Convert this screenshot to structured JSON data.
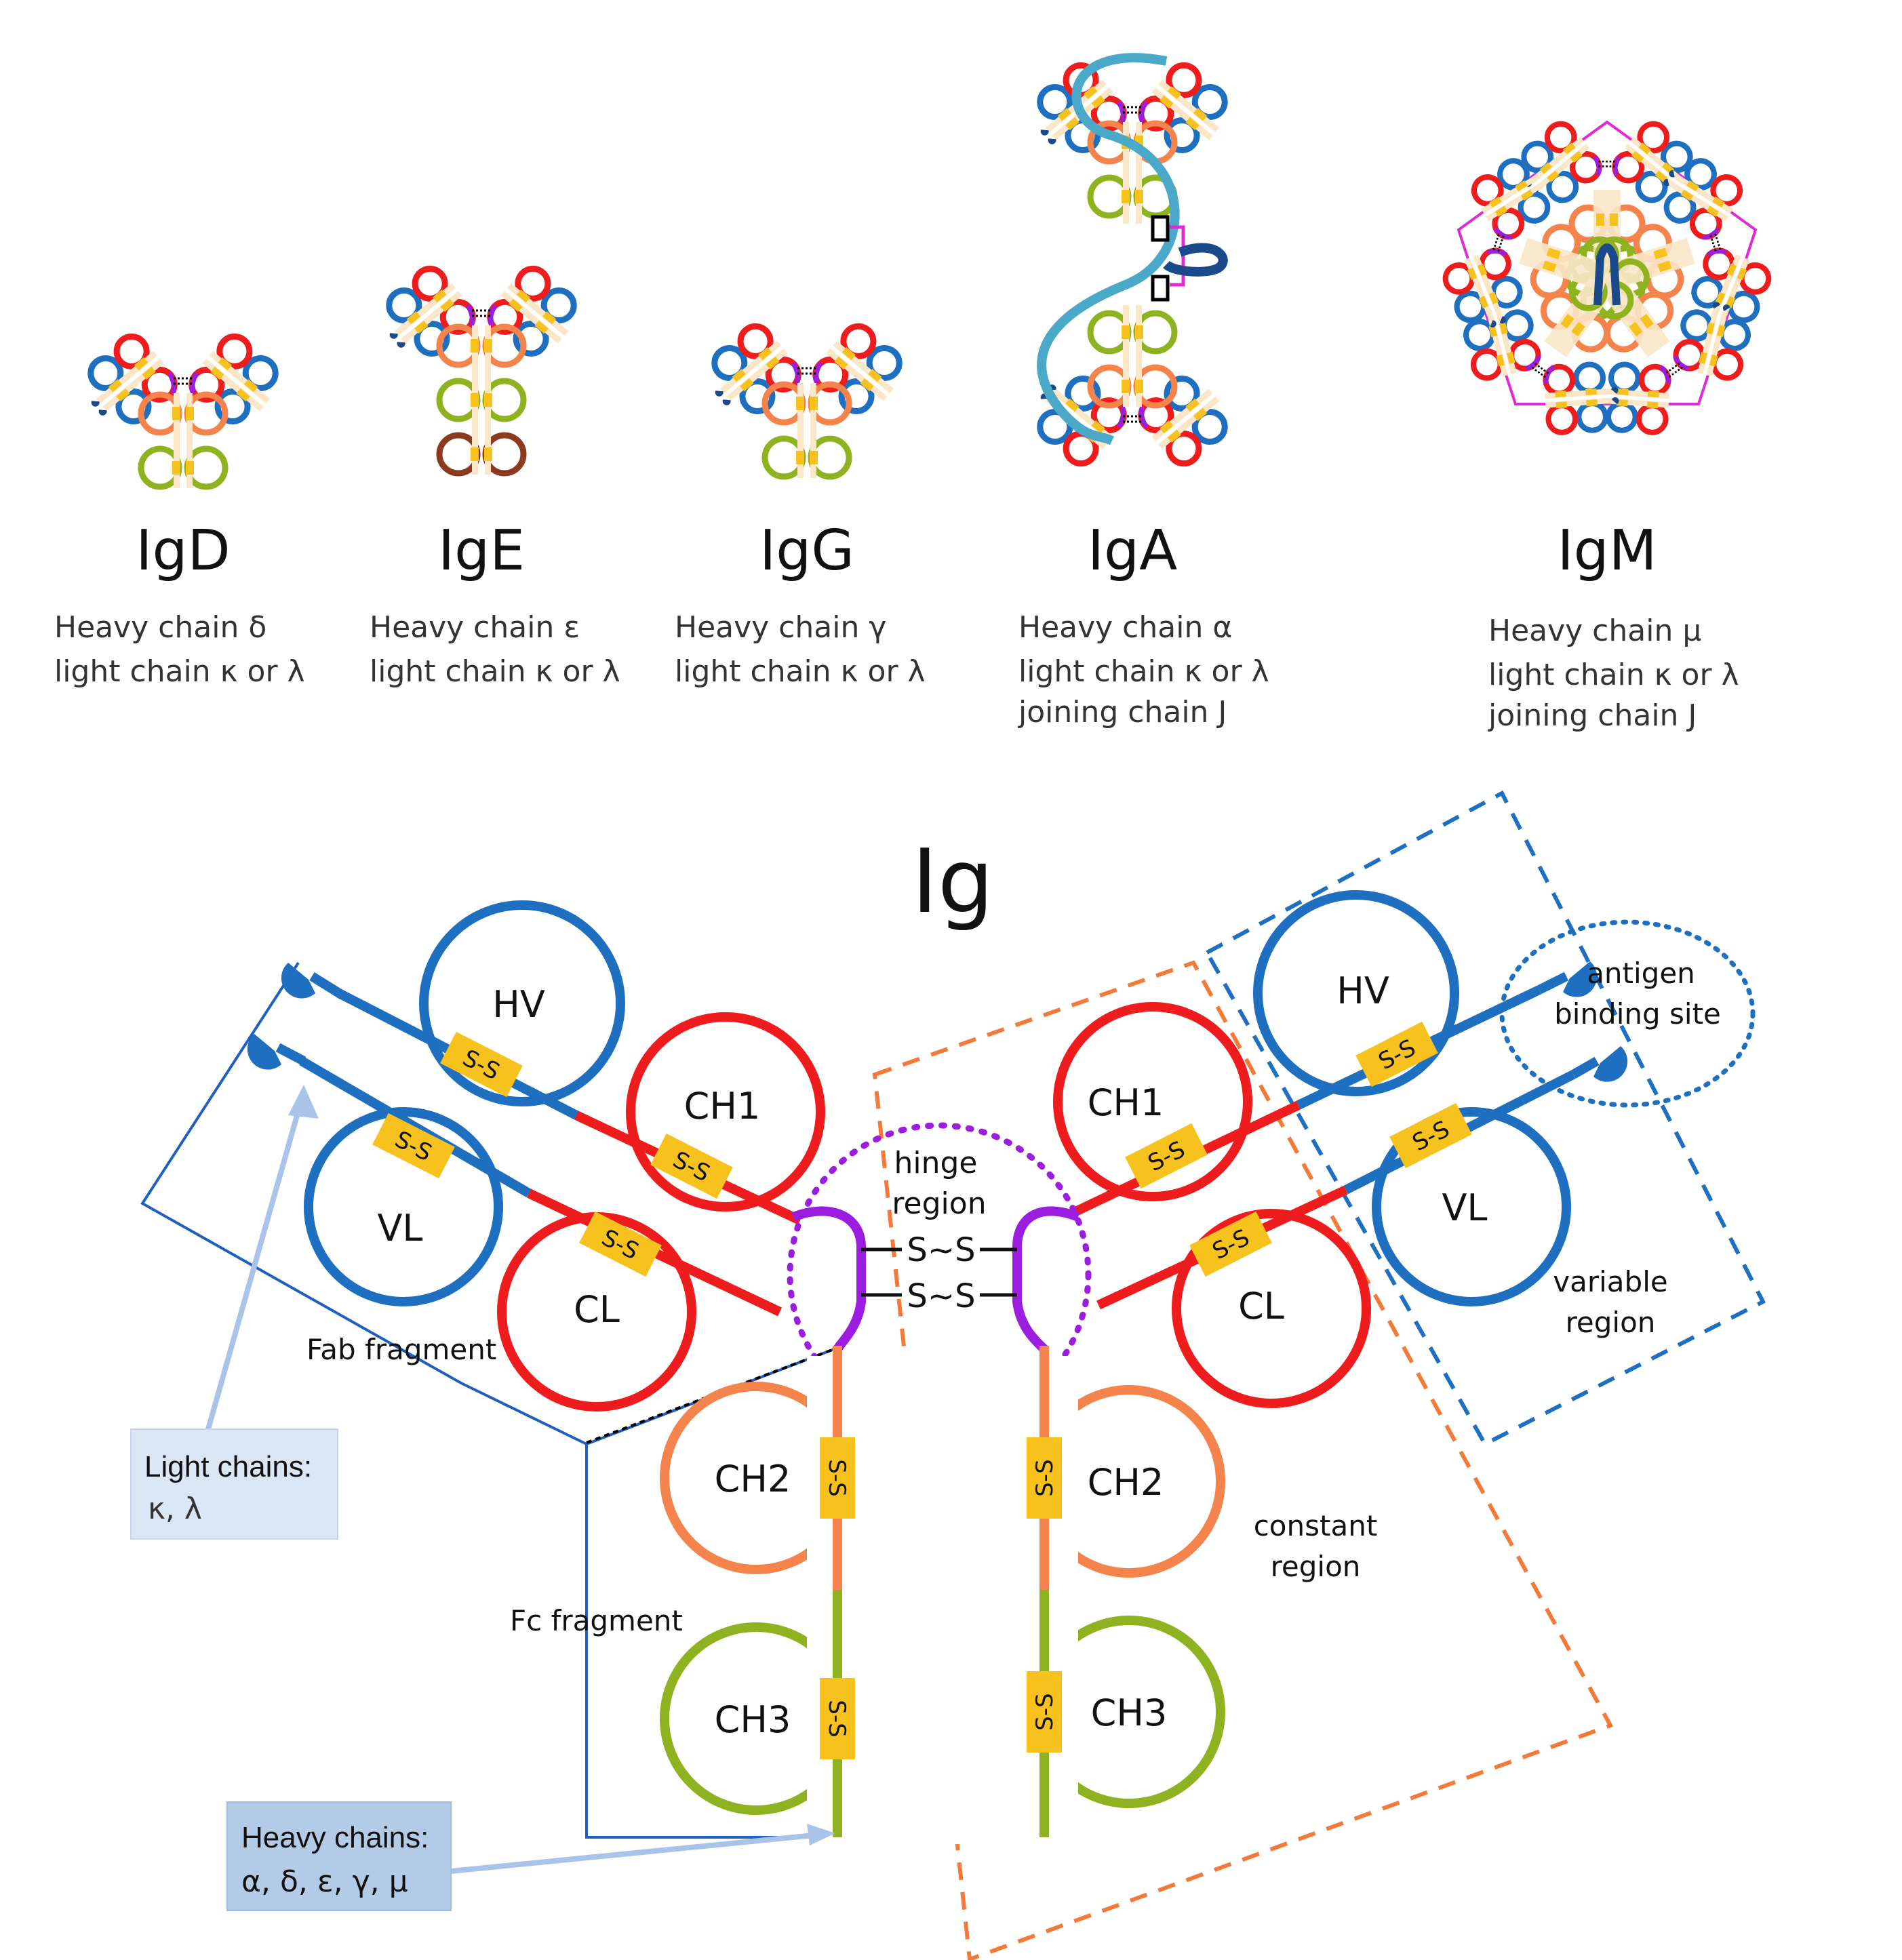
{
  "colors": {
    "vh_blue": "#1f6fc0",
    "ch1_red": "#ee1c1c",
    "ch2_orange": "#f4844c",
    "ch3_green": "#8fb320",
    "ch4_brown": "#8b3a1e",
    "hinge_purple": "#9b1de0",
    "ss_yellow": "#f7c21d",
    "igm_magenta": "#e02ad8",
    "igaj_teal": "#4aa8c8",
    "jchain_navy": "#1b4a8a",
    "constant_box": "#f47a3a",
    "variable_box": "#1f6fc0",
    "light_box_fill": "#dbe6f5",
    "heavy_box_fill": "#b4cbe8"
  },
  "isotypes": [
    {
      "name": "IgD",
      "lines": [
        "Heavy chain δ",
        "light chain κ or λ"
      ]
    },
    {
      "name": "IgE",
      "lines": [
        "Heavy chain ε",
        "light chain κ or λ"
      ]
    },
    {
      "name": "IgG",
      "lines": [
        "Heavy chain γ",
        "light chain κ or λ"
      ]
    },
    {
      "name": "IgA",
      "lines": [
        "Heavy chain α",
        "light chain κ or λ",
        "joining chain J"
      ]
    },
    {
      "name": "IgM",
      "lines": [
        "Heavy chain μ",
        "light chain κ or λ",
        "joining chain J"
      ]
    }
  ],
  "main": {
    "title": "Ig",
    "domains": {
      "hv_left": "HV",
      "vl_left": "VL",
      "ch1_left": "CH1",
      "cl_left": "CL",
      "ch2_left": "CH2",
      "ch3_left": "CH3",
      "hv_right": "HV",
      "vl_right": "VL",
      "ch1_right": "CH1",
      "cl_right": "CL",
      "ch2_right": "CH2",
      "ch3_right": "CH3"
    },
    "ss_label": "S-S",
    "hinge_ss_label": "S~S",
    "hinge_label": [
      "hinge",
      "region"
    ],
    "antigen_label": [
      "antigen",
      "binding site"
    ],
    "variable_label": [
      "variable",
      "region"
    ],
    "constant_label": [
      "constant",
      "region"
    ],
    "fab_label": "Fab fragment",
    "fc_label": "Fc fragment",
    "light_chains_box": [
      "Light chains:",
      "κ, λ"
    ],
    "heavy_chains_box": [
      "Heavy chains:",
      "α, δ, ε, γ, μ"
    ]
  }
}
